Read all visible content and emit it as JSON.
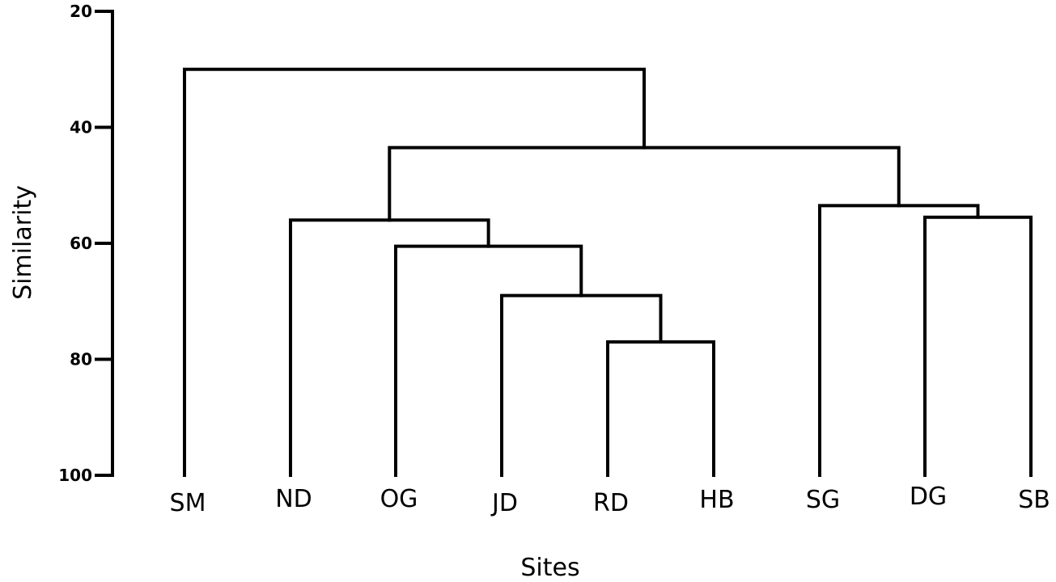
{
  "chart_data": {
    "type": "dendrogram",
    "ylabel": "Similarity",
    "xlabel": "Sites",
    "ylim": [
      20,
      100
    ],
    "yticks": [
      20,
      40,
      60,
      80,
      100
    ],
    "y_inverted": true,
    "leaves": [
      "SM",
      "ND",
      "OG",
      "JD",
      "RD",
      "HB",
      "SG",
      "DG",
      "SB"
    ],
    "merges": [
      {
        "left": "RD",
        "right": "HB",
        "similarity": 77
      },
      {
        "left": "JD",
        "right": "RD+HB",
        "similarity": 69
      },
      {
        "left": "OG",
        "right": "JD+RD+HB",
        "similarity": 60.5
      },
      {
        "left": "ND",
        "right": "OG+JD+RD+HB",
        "similarity": 56
      },
      {
        "left": "DG",
        "right": "SB",
        "similarity": 55.5
      },
      {
        "left": "SG",
        "right": "DG+SB",
        "similarity": 53.5
      },
      {
        "left": "ND+OG+JD+RD+HB",
        "right": "SG+DG+SB",
        "similarity": 43.5
      },
      {
        "left": "SM",
        "right": "ND+OG+JD+RD+HB+SG+DG+SB",
        "similarity": 30
      }
    ]
  }
}
